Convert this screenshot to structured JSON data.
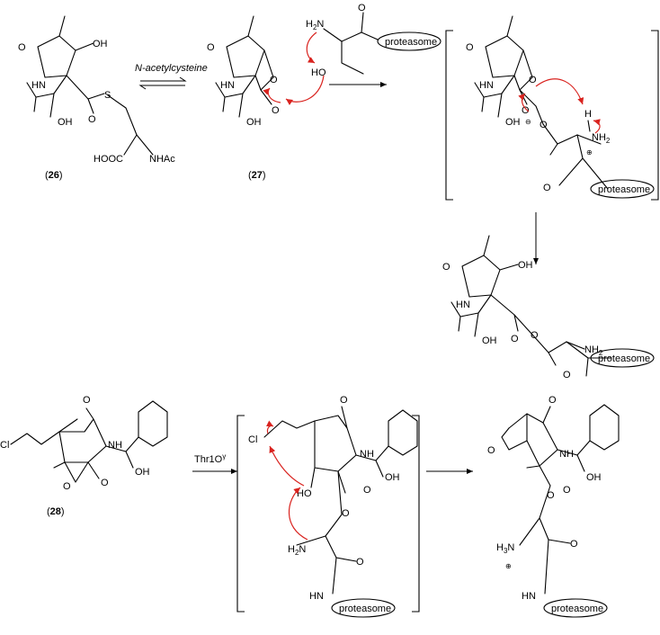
{
  "reagents": {
    "r1": "N-acetylcysteine",
    "r2": "Thr1O",
    "r2_sup": "γ"
  },
  "compounds": {
    "c26": "26",
    "c27": "27",
    "c28": "28"
  },
  "atoms": {
    "O": "O",
    "OH": "OH",
    "HN": "HN",
    "S": "S",
    "HOOC": "HOOC",
    "NHAc": "NHAc",
    "H2N": "H",
    "NH2": "NH",
    "H": "H",
    "Cl": "Cl",
    "NH": "NH",
    "HO": "HO"
  },
  "enzyme_label": "proteasome",
  "colors": {
    "arrow_push": "#d9231f",
    "ink": "#000000"
  }
}
